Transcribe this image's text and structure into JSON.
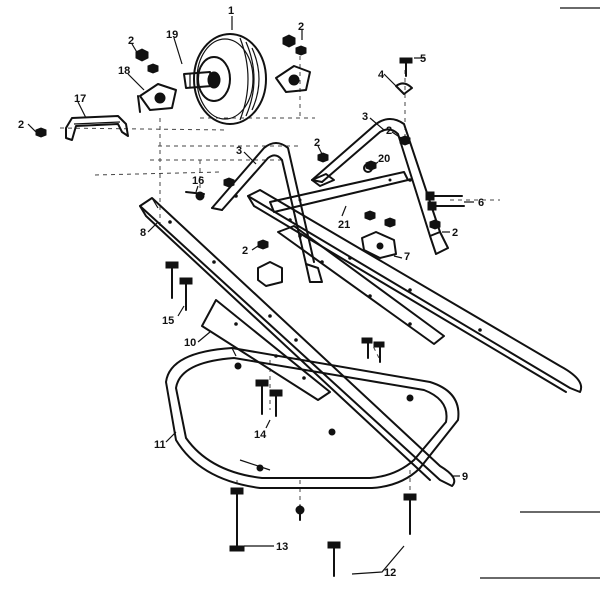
{
  "callouts": {
    "p1": "1",
    "p2a": "2",
    "p2b": "2",
    "p2c": "2",
    "p2d": "2",
    "p2e": "2",
    "p2f": "2",
    "p2g": "2",
    "p3a": "3",
    "p3b": "3",
    "p4": "4",
    "p5": "5",
    "p6": "6",
    "p7": "7",
    "p8": "8",
    "p9": "9",
    "p10": "10",
    "p11": "11",
    "p12": "12",
    "p13": "13",
    "p14": "14",
    "p15": "15",
    "p16": "16",
    "p17": "17",
    "p18": "18",
    "p19": "19",
    "p20": "20",
    "p21": "21"
  }
}
